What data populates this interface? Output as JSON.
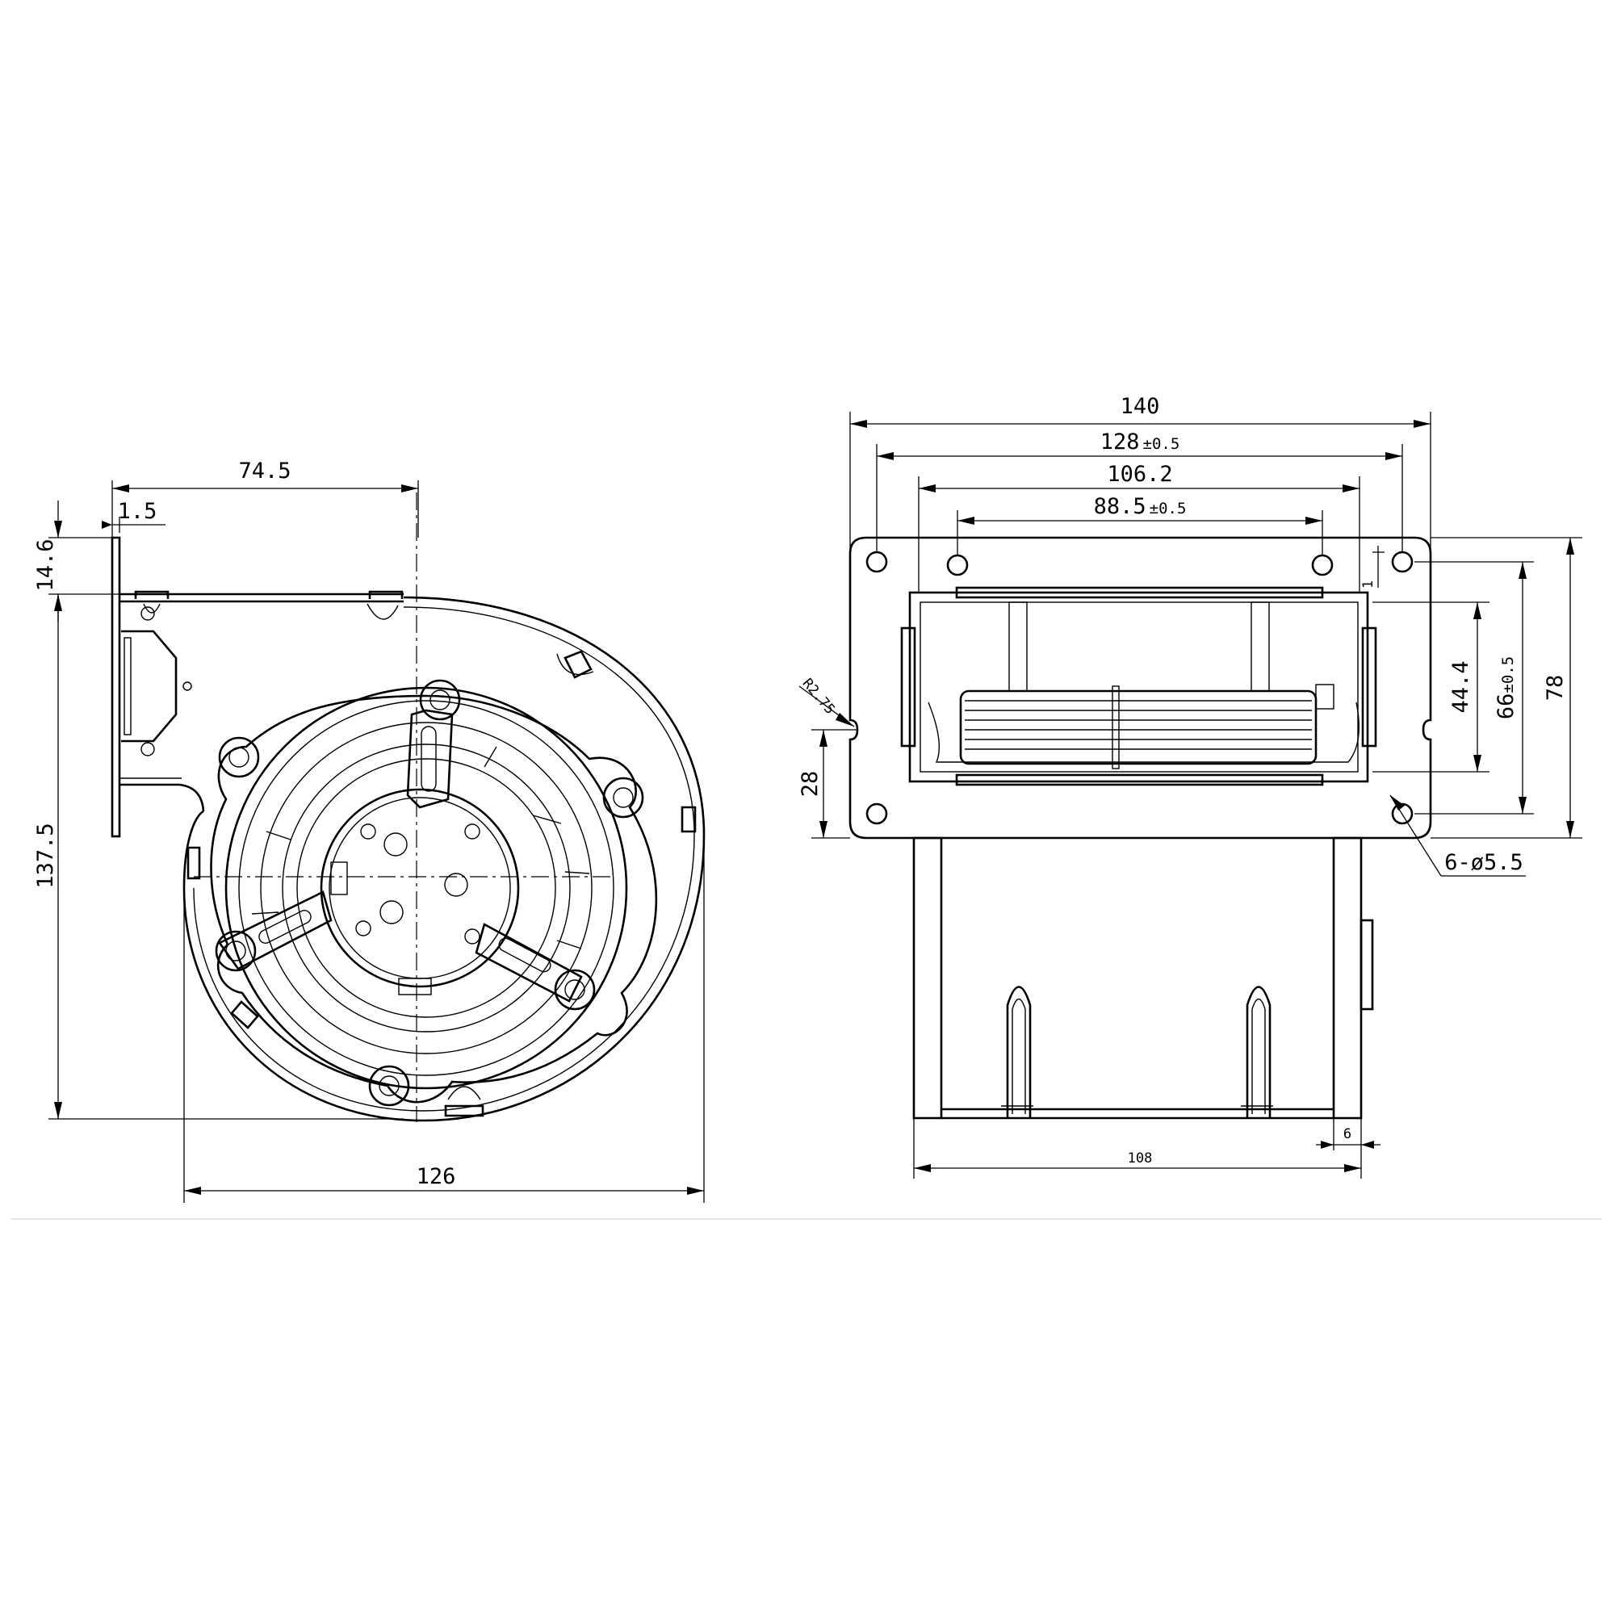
{
  "drawing": {
    "front_view": {
      "dimensions": {
        "width_to_axis": "74.5",
        "flange_thickness": "1.5",
        "flange_offset": "14.6",
        "height": "137.5",
        "width": "126"
      }
    },
    "side_view": {
      "dimensions": {
        "overall_width": "140",
        "hole_spacing_outer": "128",
        "hole_spacing_outer_tol": "±0.5",
        "opening_width": "106.2",
        "hole_spacing_inner": "88.5",
        "hole_spacing_inner_tol": "±0.5",
        "opening_height": "44.4",
        "hole_spacing_vertical": "66",
        "hole_spacing_vertical_tol": "±0.5",
        "overall_height": "78",
        "slot_offset": "28",
        "slot_radius": "R2.75",
        "holes": "6-ø5.5",
        "body_width": "108",
        "foot_width": "6",
        "small_offset": "1"
      }
    }
  }
}
